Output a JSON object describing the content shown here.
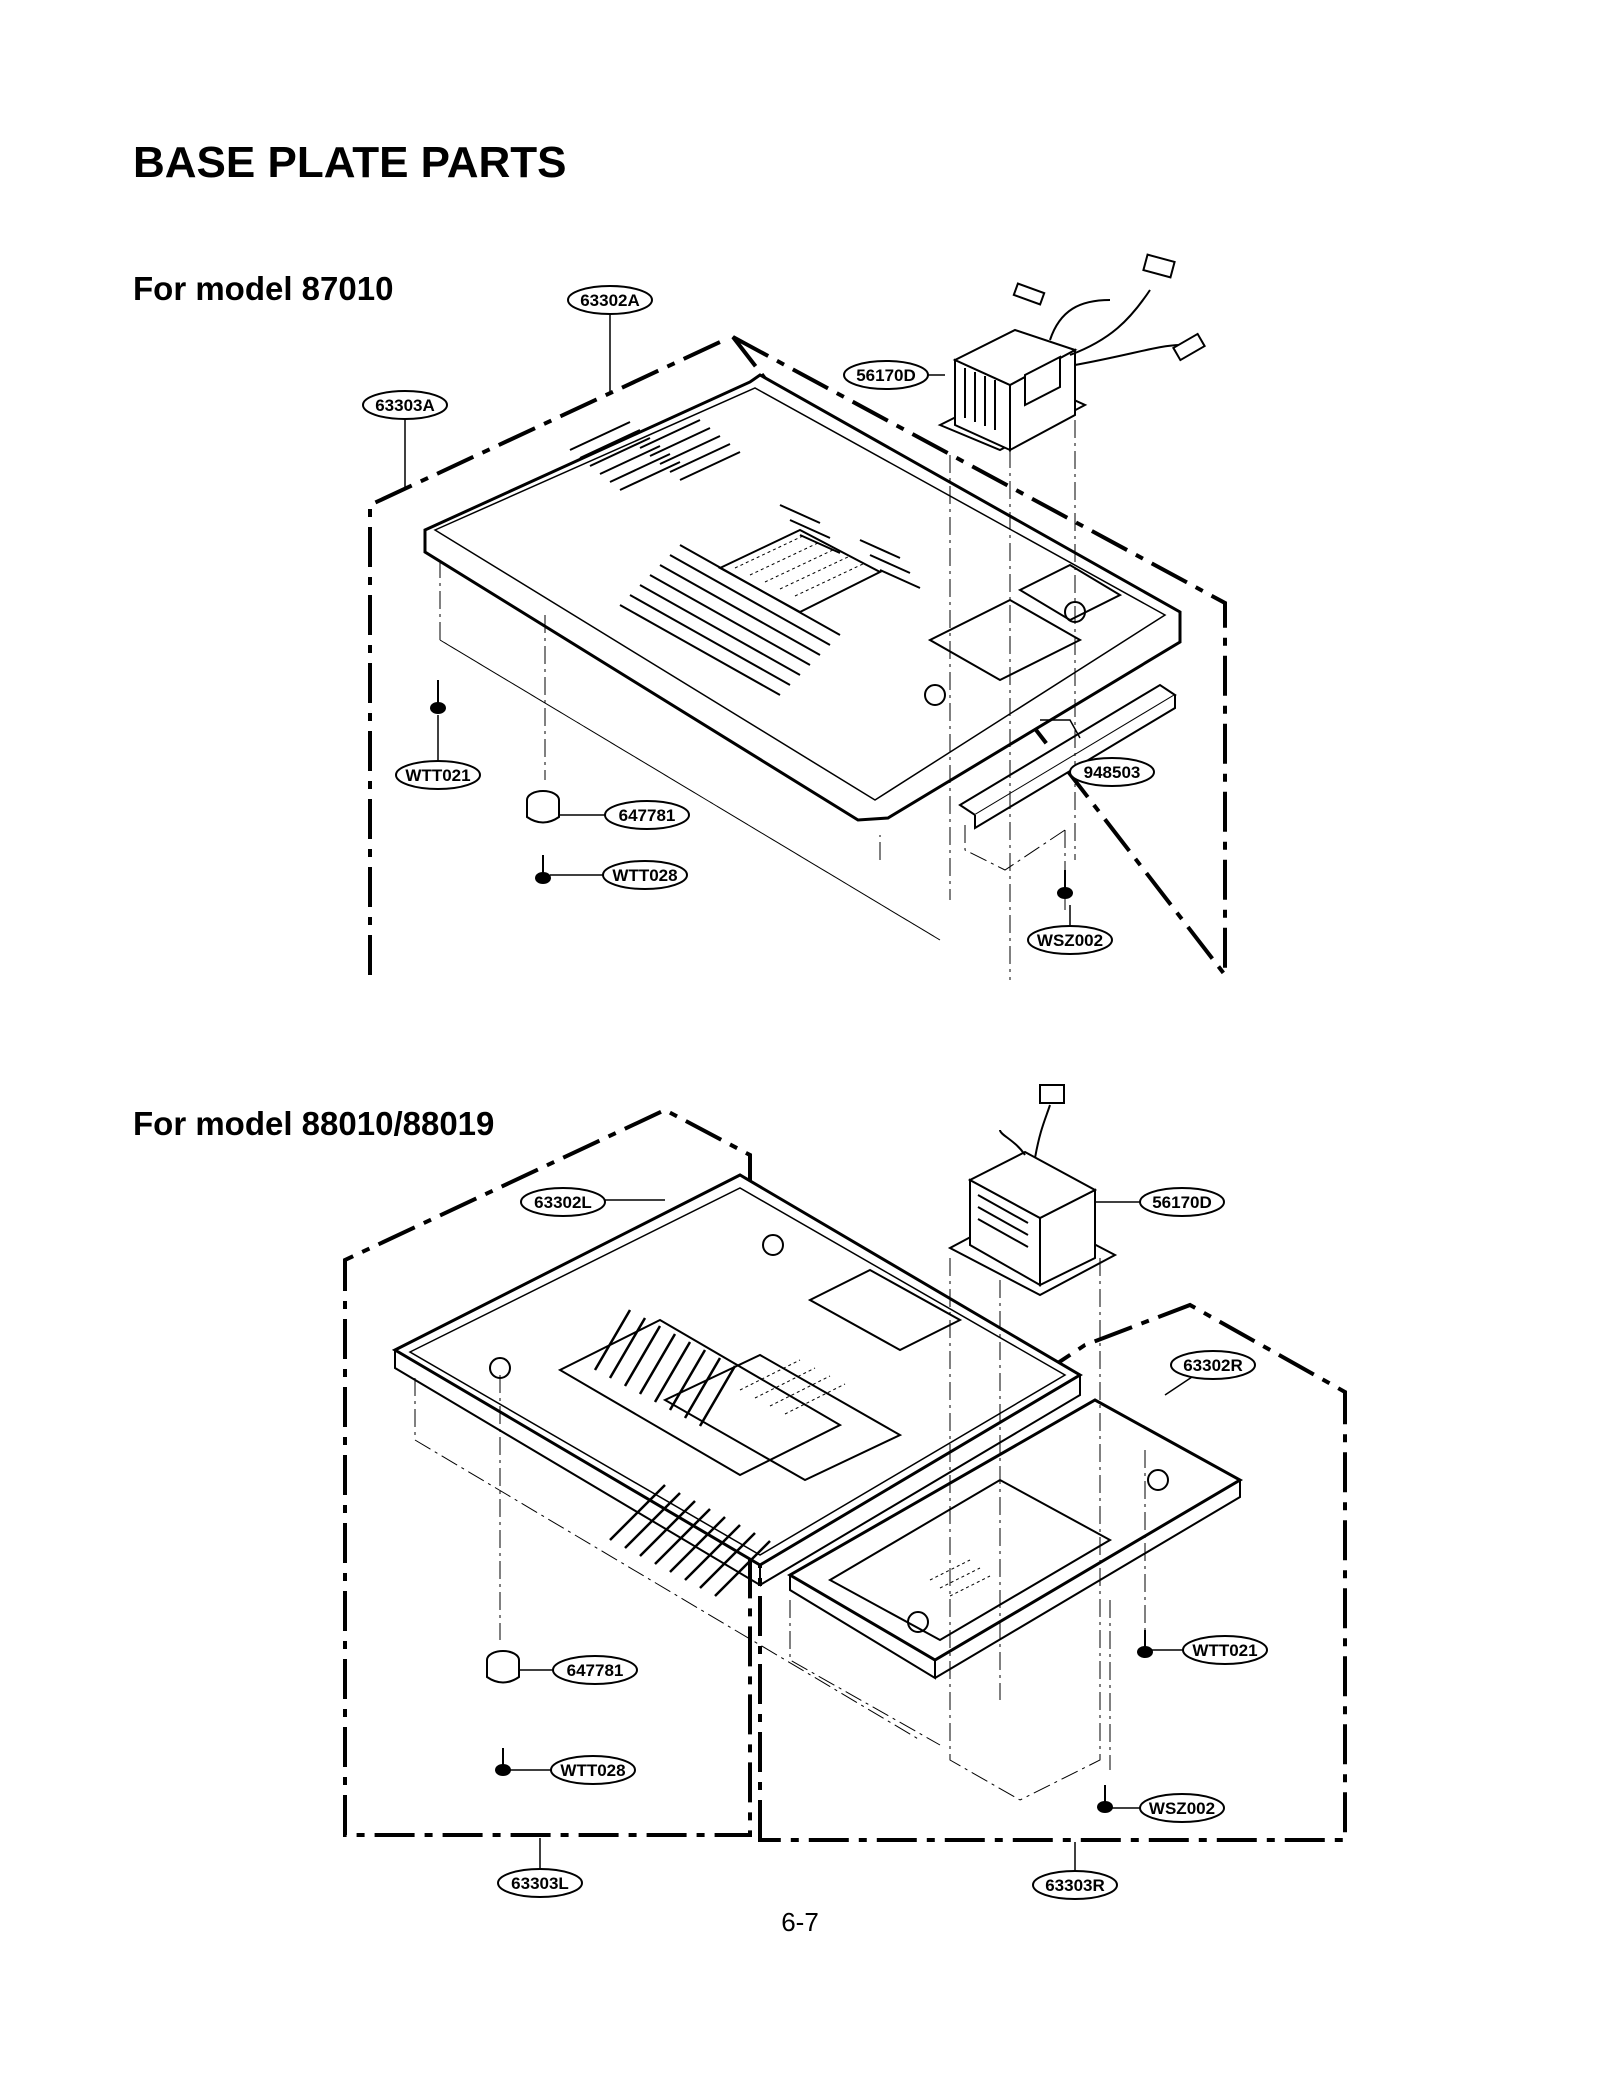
{
  "page": {
    "title": "BASE PLATE PARTS",
    "page_number": "6-7"
  },
  "section1": {
    "title": "For model 87010",
    "labels": {
      "l63302A": "63302A",
      "l56170D": "56170D",
      "l63303A": "63303A",
      "lWTT021": "WTT021",
      "l647781": "647781",
      "lWTT028": "WTT028",
      "l948503": "948503",
      "lWSZ002": "WSZ002"
    }
  },
  "section2": {
    "title": "For model 88010/88019",
    "labels": {
      "l63302L": "63302L",
      "l56170D": "56170D",
      "l63302R": "63302R",
      "lWTT021": "WTT021",
      "l647781": "647781",
      "lWTT028": "WTT028",
      "lWSZ002": "WSZ002",
      "l63303L": "63303L",
      "l63303R": "63303R"
    }
  }
}
